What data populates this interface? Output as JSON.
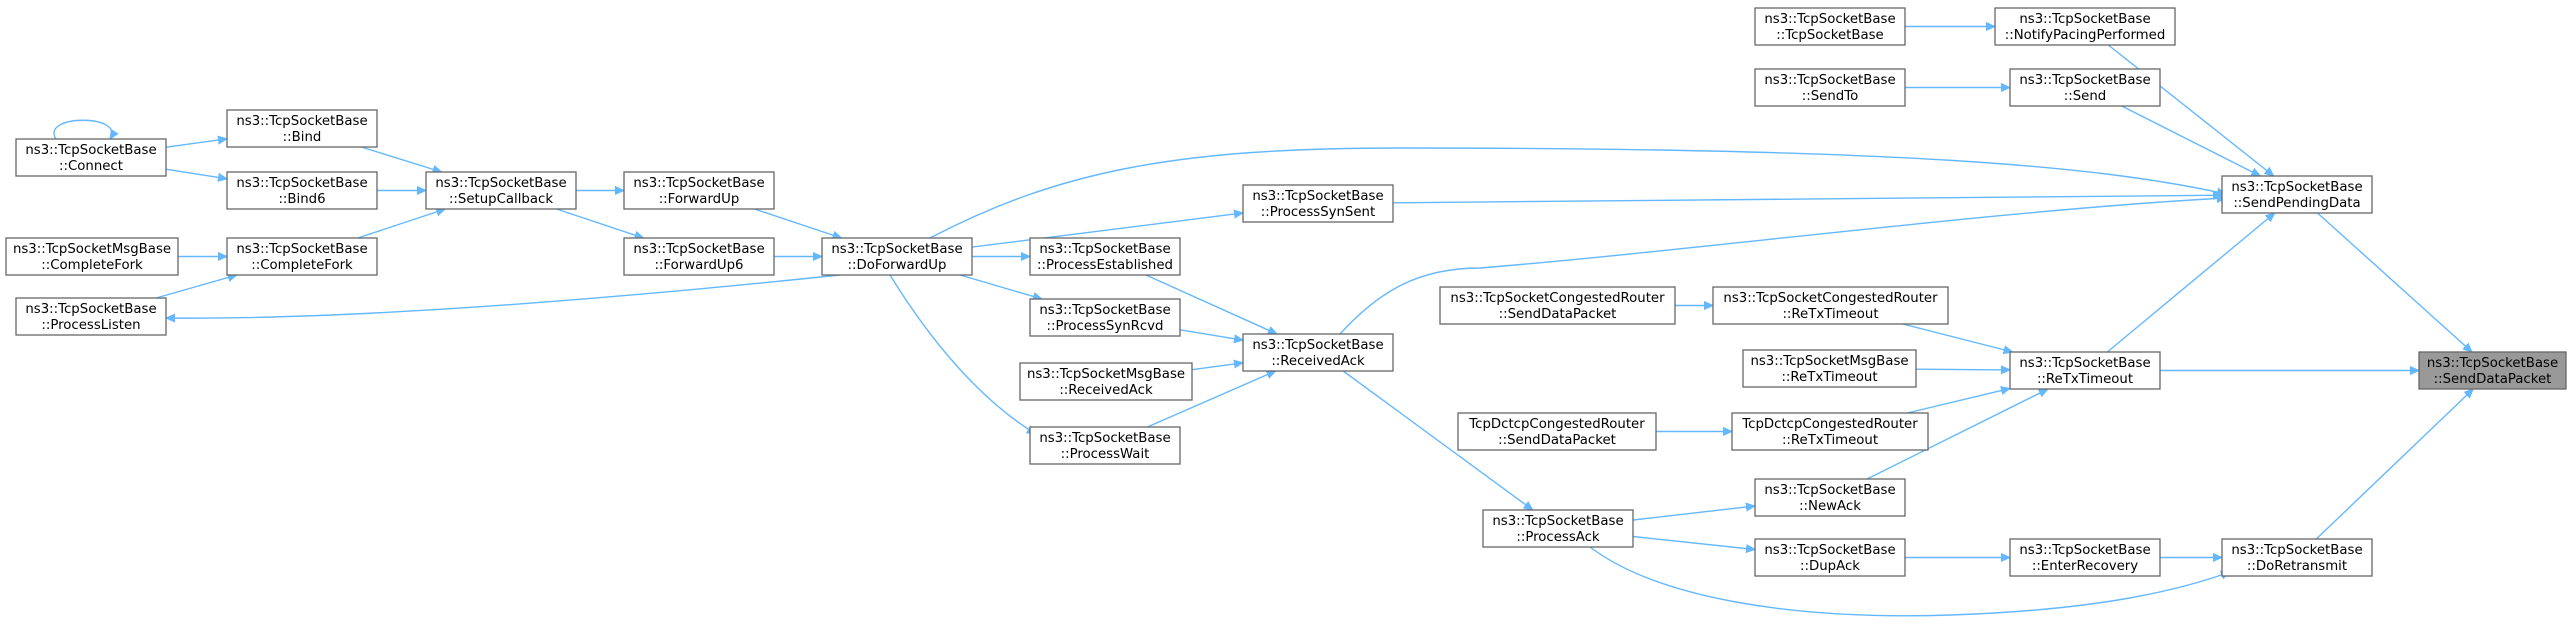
{
  "graph": {
    "nodes": [
      {
        "id": "n_send_data_packet",
        "l1": "ns3::TcpSocketBase",
        "l2": "::SendDataPacket",
        "selected": true
      },
      {
        "id": "n_send_pending_data",
        "l1": "ns3::TcpSocketBase",
        "l2": "::SendPendingData"
      },
      {
        "id": "n_retx_timeout",
        "l1": "ns3::TcpSocketBase",
        "l2": "::ReTxTimeout"
      },
      {
        "id": "n_do_retransmit",
        "l1": "ns3::TcpSocketBase",
        "l2": "::DoRetransmit"
      },
      {
        "id": "n_notify_pacing",
        "l1": "ns3::TcpSocketBase",
        "l2": "::NotifyPacingPerformed"
      },
      {
        "id": "n_send",
        "l1": "ns3::TcpSocketBase",
        "l2": "::Send"
      },
      {
        "id": "n_ctor",
        "l1": "ns3::TcpSocketBase",
        "l2": "::TcpSocketBase"
      },
      {
        "id": "n_sendto",
        "l1": "ns3::TcpSocketBase",
        "l2": "::SendTo"
      },
      {
        "id": "n_process_syn_sent",
        "l1": "ns3::TcpSocketBase",
        "l2": "::ProcessSynSent"
      },
      {
        "id": "n_do_forward_up",
        "l1": "ns3::TcpSocketBase",
        "l2": "::DoForwardUp"
      },
      {
        "id": "n_received_ack",
        "l1": "ns3::TcpSocketBase",
        "l2": "::ReceivedAck"
      },
      {
        "id": "n_cong_router_retx",
        "l1": "ns3::TcpSocketCongestedRouter",
        "l2": "::ReTxTimeout"
      },
      {
        "id": "n_msgbase_retx",
        "l1": "ns3::TcpSocketMsgBase",
        "l2": "::ReTxTimeout"
      },
      {
        "id": "n_dctcp_retx",
        "l1": "TcpDctcpCongestedRouter",
        "l2": "::ReTxTimeout"
      },
      {
        "id": "n_new_ack",
        "l1": "ns3::TcpSocketBase",
        "l2": "::NewAck"
      },
      {
        "id": "n_enter_recovery",
        "l1": "ns3::TcpSocketBase",
        "l2": "::EnterRecovery"
      },
      {
        "id": "n_cong_router_send",
        "l1": "ns3::TcpSocketCongestedRouter",
        "l2": "::SendDataPacket"
      },
      {
        "id": "n_dctcp_send",
        "l1": "TcpDctcpCongestedRouter",
        "l2": "::SendDataPacket"
      },
      {
        "id": "n_process_ack",
        "l1": "ns3::TcpSocketBase",
        "l2": "::ProcessAck"
      },
      {
        "id": "n_dup_ack",
        "l1": "ns3::TcpSocketBase",
        "l2": "::DupAck"
      },
      {
        "id": "n_process_established",
        "l1": "ns3::TcpSocketBase",
        "l2": "::ProcessEstablished"
      },
      {
        "id": "n_process_syn_rcvd",
        "l1": "ns3::TcpSocketBase",
        "l2": "::ProcessSynRcvd"
      },
      {
        "id": "n_msgbase_received_ack",
        "l1": "ns3::TcpSocketMsgBase",
        "l2": "::ReceivedAck"
      },
      {
        "id": "n_process_wait",
        "l1": "ns3::TcpSocketBase",
        "l2": "::ProcessWait"
      },
      {
        "id": "n_forward_up",
        "l1": "ns3::TcpSocketBase",
        "l2": "::ForwardUp"
      },
      {
        "id": "n_forward_up6",
        "l1": "ns3::TcpSocketBase",
        "l2": "::ForwardUp6"
      },
      {
        "id": "n_setup_callback",
        "l1": "ns3::TcpSocketBase",
        "l2": "::SetupCallback"
      },
      {
        "id": "n_bind",
        "l1": "ns3::TcpSocketBase",
        "l2": "::Bind"
      },
      {
        "id": "n_bind6",
        "l1": "ns3::TcpSocketBase",
        "l2": "::Bind6"
      },
      {
        "id": "n_complete_fork",
        "l1": "ns3::TcpSocketBase",
        "l2": "::CompleteFork"
      },
      {
        "id": "n_connect",
        "l1": "ns3::TcpSocketBase",
        "l2": "::Connect"
      },
      {
        "id": "n_msgbase_complete_fork",
        "l1": "ns3::TcpSocketMsgBase",
        "l2": "::CompleteFork"
      },
      {
        "id": "n_process_listen",
        "l1": "ns3::TcpSocketBase",
        "l2": "::ProcessListen"
      }
    ],
    "edges": [
      {
        "from": "n_send_pending_data",
        "to": "n_send_data_packet"
      },
      {
        "from": "n_retx_timeout",
        "to": "n_send_data_packet"
      },
      {
        "from": "n_do_retransmit",
        "to": "n_send_data_packet"
      },
      {
        "from": "n_notify_pacing",
        "to": "n_send_pending_data"
      },
      {
        "from": "n_send",
        "to": "n_send_pending_data"
      },
      {
        "from": "n_process_syn_sent",
        "to": "n_send_pending_data"
      },
      {
        "from": "n_do_forward_up",
        "to": "n_send_pending_data"
      },
      {
        "from": "n_received_ack",
        "to": "n_send_pending_data"
      },
      {
        "from": "n_retx_timeout",
        "to": "n_send_pending_data"
      },
      {
        "from": "n_ctor",
        "to": "n_notify_pacing"
      },
      {
        "from": "n_sendto",
        "to": "n_send"
      },
      {
        "from": "n_do_forward_up",
        "to": "n_process_syn_sent"
      },
      {
        "from": "n_cong_router_retx",
        "to": "n_retx_timeout"
      },
      {
        "from": "n_msgbase_retx",
        "to": "n_retx_timeout"
      },
      {
        "from": "n_dctcp_retx",
        "to": "n_retx_timeout"
      },
      {
        "from": "n_new_ack",
        "to": "n_retx_timeout"
      },
      {
        "from": "n_cong_router_send",
        "to": "n_cong_router_retx"
      },
      {
        "from": "n_dctcp_send",
        "to": "n_dctcp_retx"
      },
      {
        "from": "n_process_ack",
        "to": "n_new_ack"
      },
      {
        "from": "n_process_ack",
        "to": "n_dup_ack"
      },
      {
        "from": "n_dup_ack",
        "to": "n_enter_recovery"
      },
      {
        "from": "n_enter_recovery",
        "to": "n_do_retransmit"
      },
      {
        "from": "n_process_ack",
        "to": "n_do_retransmit"
      },
      {
        "from": "n_received_ack",
        "to": "n_process_ack"
      },
      {
        "from": "n_process_established",
        "to": "n_received_ack"
      },
      {
        "from": "n_process_syn_rcvd",
        "to": "n_received_ack"
      },
      {
        "from": "n_msgbase_received_ack",
        "to": "n_received_ack"
      },
      {
        "from": "n_process_wait",
        "to": "n_received_ack"
      },
      {
        "from": "n_do_forward_up",
        "to": "n_process_established"
      },
      {
        "from": "n_do_forward_up",
        "to": "n_process_syn_rcvd"
      },
      {
        "from": "n_do_forward_up",
        "to": "n_process_wait"
      },
      {
        "from": "n_do_forward_up",
        "to": "n_process_listen"
      },
      {
        "from": "n_forward_up",
        "to": "n_do_forward_up"
      },
      {
        "from": "n_forward_up6",
        "to": "n_do_forward_up"
      },
      {
        "from": "n_setup_callback",
        "to": "n_forward_up"
      },
      {
        "from": "n_setup_callback",
        "to": "n_forward_up6"
      },
      {
        "from": "n_bind",
        "to": "n_setup_callback"
      },
      {
        "from": "n_bind6",
        "to": "n_setup_callback"
      },
      {
        "from": "n_complete_fork",
        "to": "n_setup_callback"
      },
      {
        "from": "n_connect",
        "to": "n_bind"
      },
      {
        "from": "n_connect",
        "to": "n_bind6"
      },
      {
        "from": "n_connect",
        "to": "n_connect"
      },
      {
        "from": "n_msgbase_complete_fork",
        "to": "n_complete_fork"
      },
      {
        "from": "n_process_listen",
        "to": "n_complete_fork"
      }
    ]
  },
  "colors": {
    "edge": "#63b8ff",
    "node_border": "#666666",
    "node_fill": "#ffffff",
    "selected_fill": "#999999"
  }
}
